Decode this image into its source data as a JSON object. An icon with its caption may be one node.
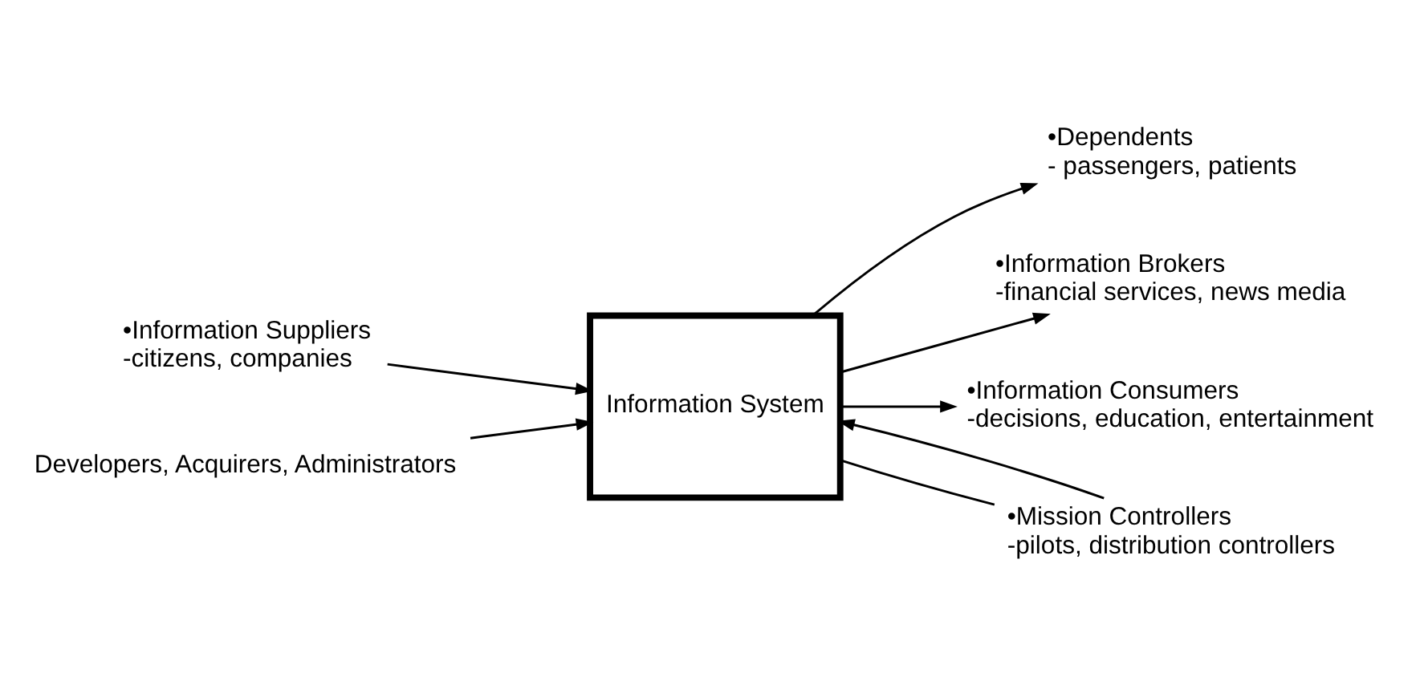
{
  "diagram": {
    "nodes": [
      {
        "text": [
          "Information System"
        ]
      },
      {
        "text": [
          "•Dependents",
          "- passengers, patients"
        ]
      },
      {
        "text": [
          "•Information Suppliers",
          "-citizens, companies"
        ]
      },
      {
        "text": [
          "•Information Brokers",
          "-financial services, news media"
        ]
      },
      {
        "text": [
          "•Information Consumers",
          "-decisions, education, entertainment"
        ]
      },
      {
        "text": [
          "•Mission Controllers",
          "-pilots, distribution controllers"
        ]
      },
      {
        "text": [
          "Developers, Acquirers, Administrators"
        ]
      }
    ],
    "edges": [
      {
        "from": 0,
        "to": 1,
        "arrow": "to"
      },
      {
        "from": 2,
        "to": 0,
        "arrow": "to"
      },
      {
        "from": 0,
        "to": 3,
        "arrow": "to"
      },
      {
        "from": 0,
        "to": 4,
        "arrow": "to"
      },
      {
        "from": 0,
        "to": 5,
        "arrow": "none"
      },
      {
        "from": 5,
        "to": 0,
        "arrow": "to"
      },
      {
        "from": 6,
        "to": 0,
        "arrow": "to"
      }
    ]
  }
}
